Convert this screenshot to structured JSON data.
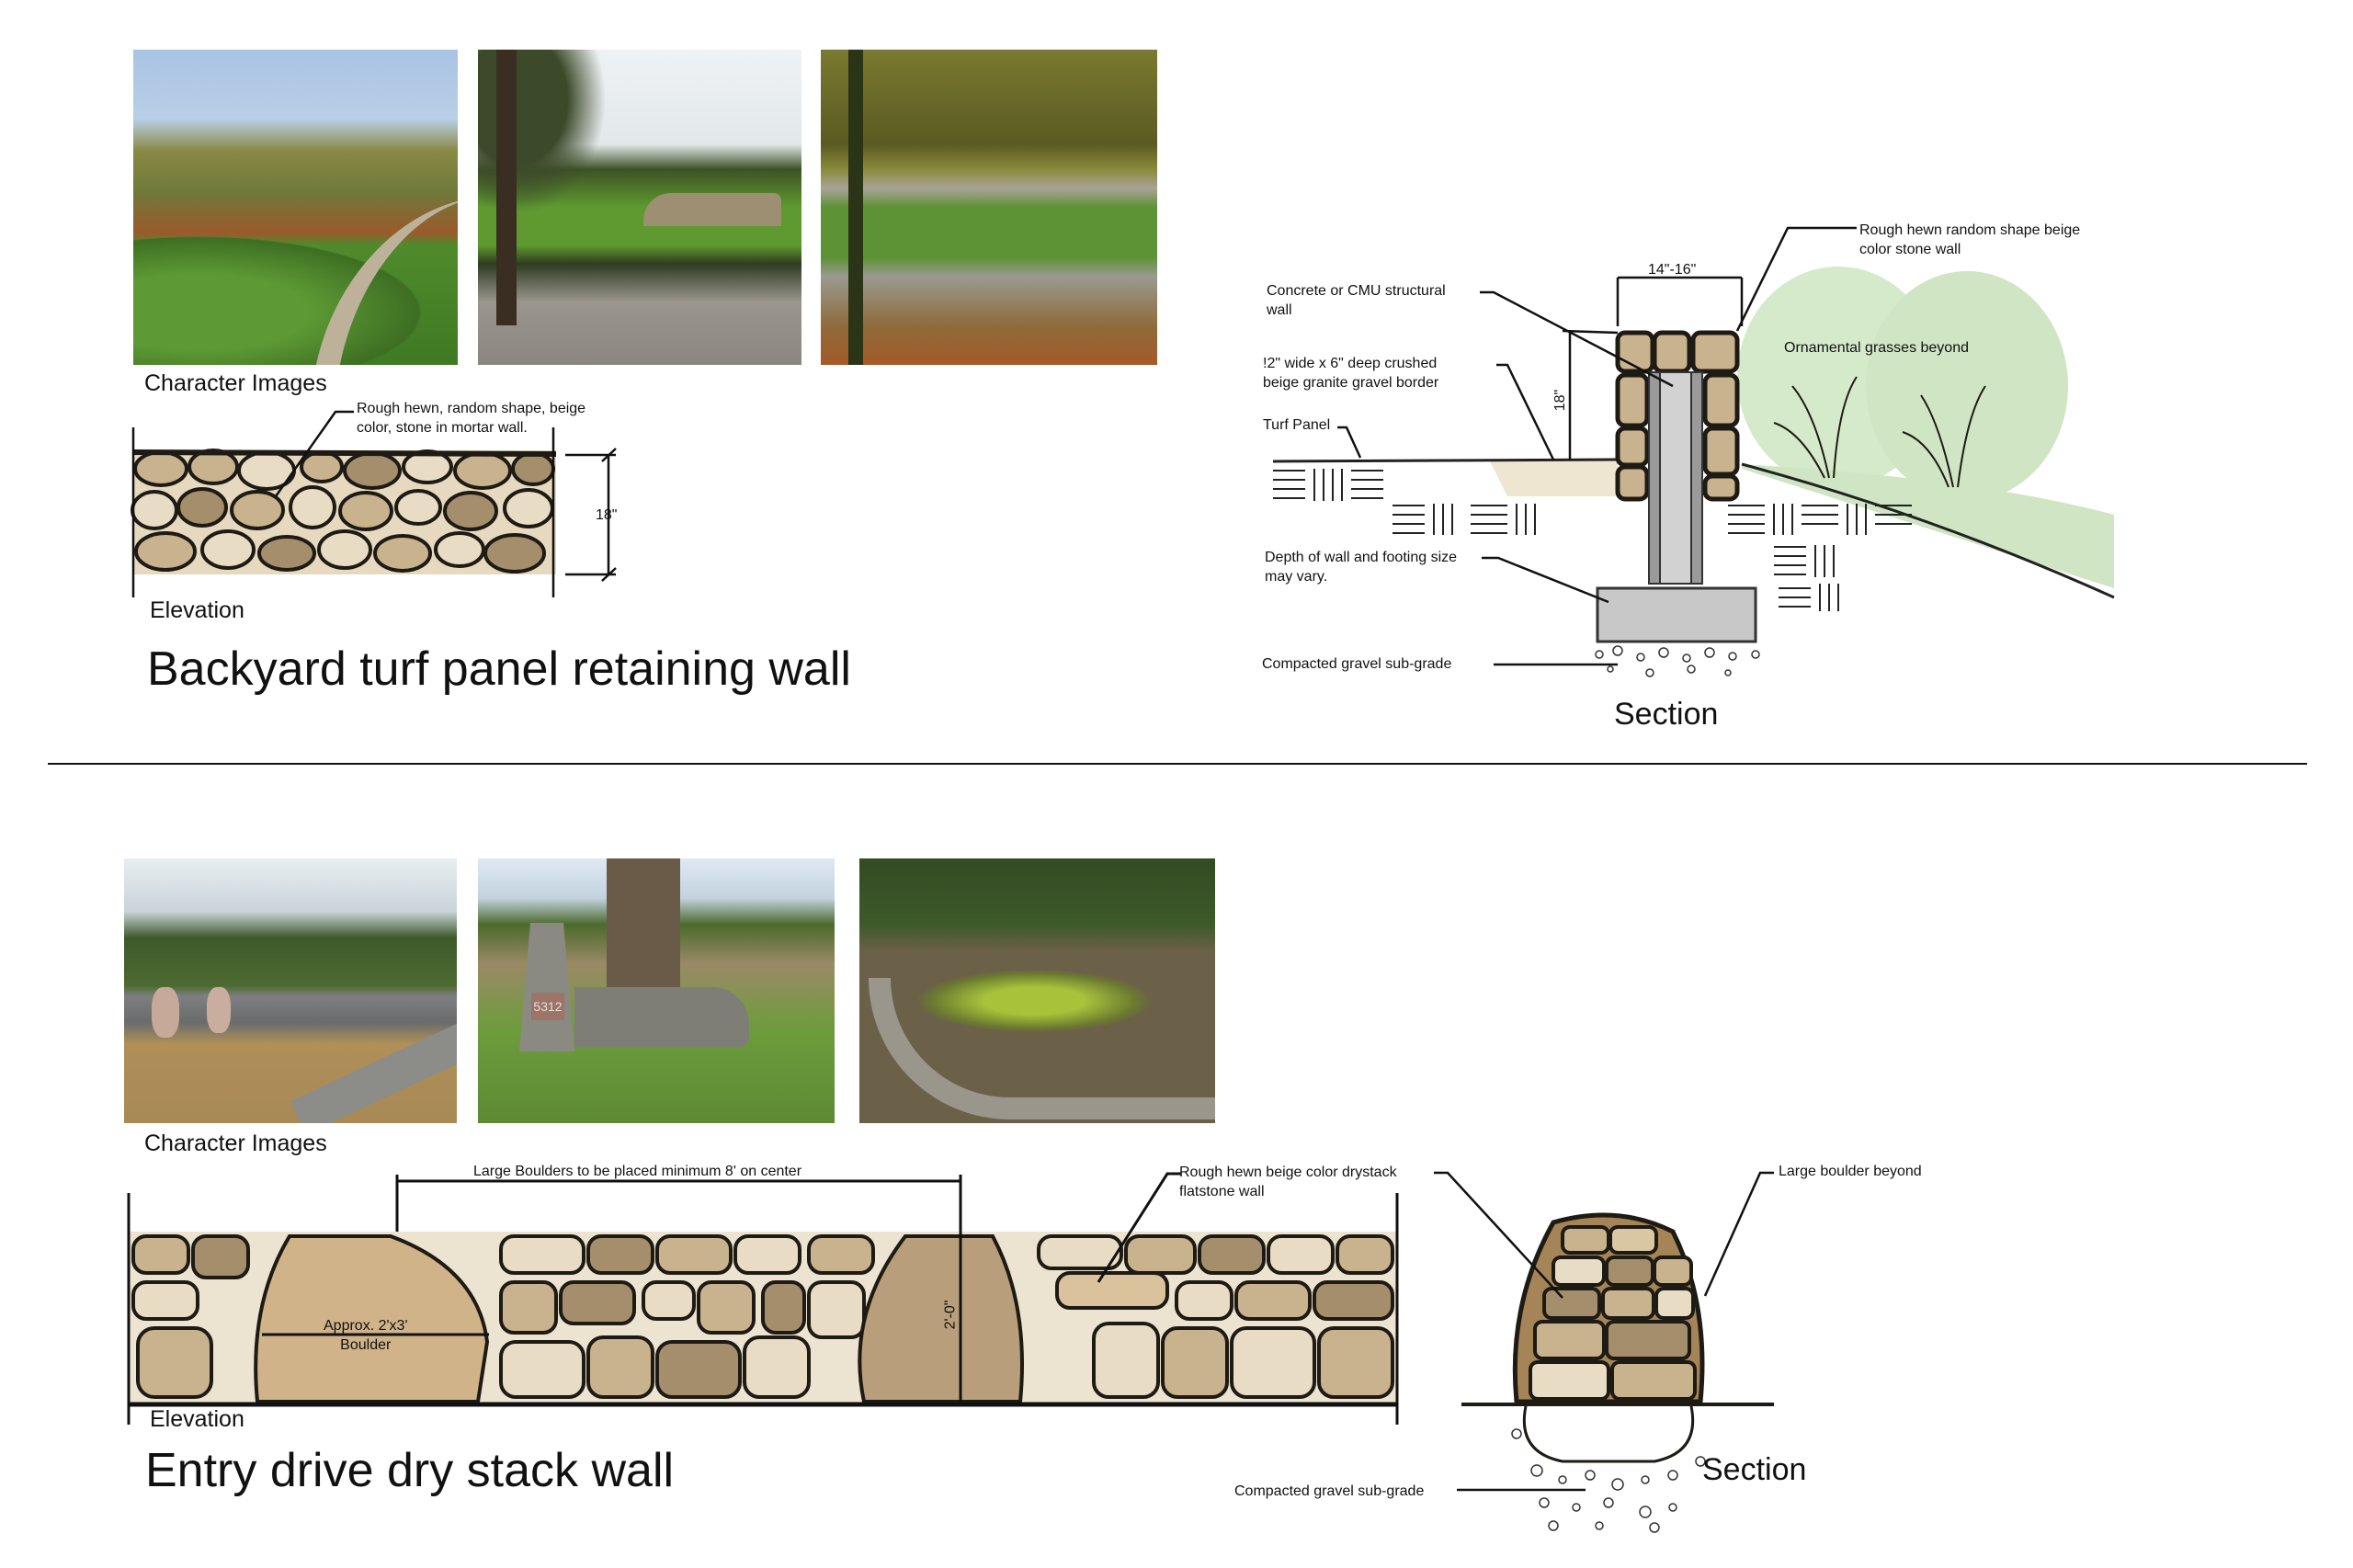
{
  "sections": [
    {
      "title": "Backyard turf panel retaining wall",
      "character_images_label": "Character Images",
      "photos": [
        {
          "name": "curved-stone-wall-turf-trees",
          "colors": {
            "sky": "#a9c3e4",
            "trees": "#6f7a3a",
            "grass": "#4f8a2c",
            "wall": "#b9ad95"
          }
        },
        {
          "name": "terraced-lawn-steps-waterfront",
          "colors": {
            "sky": "#eef2f4",
            "trees": "#3e5224",
            "grass": "#5e9a30",
            "wall": "#a89a80"
          }
        },
        {
          "name": "curving-fieldstone-wall-autumn",
          "colors": {
            "sky": "#8a8a3a",
            "trees": "#5b5a22",
            "grass": "#5d9235",
            "wall": "#a8a398"
          }
        }
      ],
      "elevation": {
        "label": "Elevation",
        "callout": "Rough hewn, random shape, beige\ncolor, stone in mortar wall.",
        "dimension": "18\""
      },
      "section_drawing": {
        "label": "Section",
        "callouts": [
          "Concrete or CMU structural\nwall",
          "!2\" wide x 6\" deep crushed\nbeige granite gravel border",
          "Turf Panel",
          "Depth of wall and footing size\nmay vary.",
          "Compacted gravel sub-grade",
          "Rough hewn random shape beige\ncolor stone wall",
          "Ornamental grasses beyond"
        ],
        "dimensions": {
          "width": "14\"-16\"",
          "height": "18\""
        }
      }
    },
    {
      "title": "Entry drive dry stack wall",
      "character_images_label": "Character Images",
      "photos": [
        {
          "name": "drystack-wall-with-boulders-path",
          "colors": {
            "sky": "#e8eef2",
            "trees": "#3f5a2a",
            "ground": "#b08f58",
            "wall": "#7d7f80"
          }
        },
        {
          "name": "drystack-pillar-address-5312",
          "colors": {
            "sky": "#dfe9f3",
            "trees": "#4c6a2c",
            "grass": "#6d9c3c",
            "wall": "#8a8a82"
          },
          "address": "5312"
        },
        {
          "name": "circular-drystack-garden-bed",
          "colors": {
            "trees": "#334b22",
            "ground": "#6b6048",
            "plants": "#a8c23a",
            "wall": "#9a968c"
          }
        }
      ],
      "elevation": {
        "label": "Elevation",
        "spacing_note": "Large Boulders to be placed minimum 8' on center",
        "boulder_note": "Approx. 2'x3'\nBoulder",
        "dimension": "2'-0\"",
        "callout": "Rough hewn beige color drystack\nflatstone wall"
      },
      "section_drawing": {
        "label": "Section",
        "callouts": [
          "Large boulder beyond",
          "Compacted gravel sub-grade"
        ]
      }
    }
  ],
  "palette": {
    "stone_light": "#e8dcc4",
    "stone_mid": "#c9b28e",
    "stone_dark": "#a58e6c",
    "outline": "#1e1a14",
    "foliage": "#cfe5c4",
    "concrete": "#c8c8c8"
  }
}
